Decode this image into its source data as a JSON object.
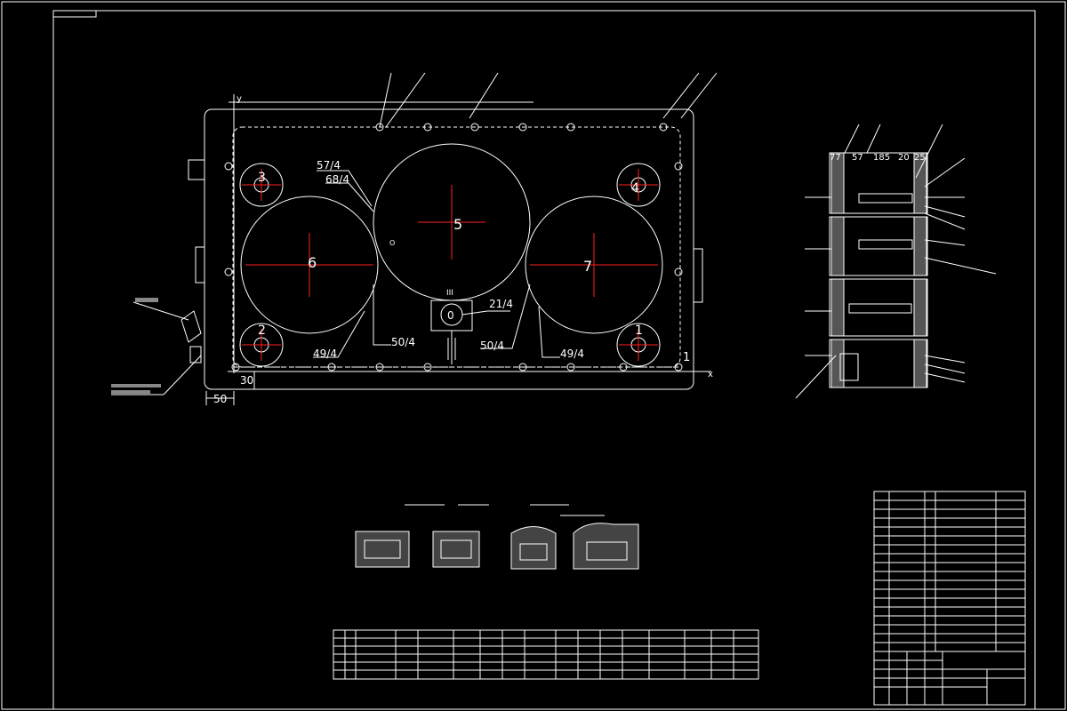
{
  "sheet": {
    "background": "#000000",
    "line_color": "#ffffff",
    "center_line_color": "#ff2020"
  },
  "main_view": {
    "gears": [
      {
        "id": "gear-1",
        "label": "1"
      },
      {
        "id": "gear-2",
        "label": "2"
      },
      {
        "id": "gear-3",
        "label": "3"
      },
      {
        "id": "gear-4",
        "label": "4"
      },
      {
        "id": "gear-5",
        "label": "5"
      },
      {
        "id": "gear-6",
        "label": "6"
      },
      {
        "id": "gear-7",
        "label": "7"
      },
      {
        "id": "gear-0",
        "label": "0"
      }
    ],
    "callouts": {
      "c57": "57/4",
      "c68": "68/4",
      "c50a": "50/4",
      "c49a": "49/4",
      "c21": "21/4",
      "c50b": "50/4",
      "c49b": "49/4"
    },
    "axes": {
      "x": "x",
      "y": "y"
    },
    "dimensions": {
      "d30": "30",
      "d50": "50"
    },
    "marks": {
      "roman_three": "III",
      "point_1": "1",
      "o_mark": "O"
    }
  },
  "section_view": {
    "header_values": [
      "77",
      "57",
      "185",
      "20",
      "25"
    ]
  }
}
